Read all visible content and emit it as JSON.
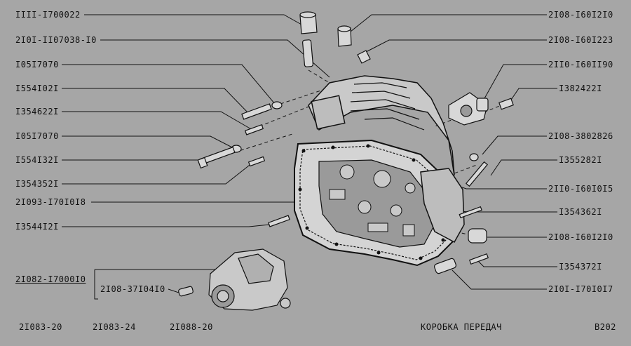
{
  "left_labels": [
    "IIII-I700022",
    "2I0I-II07038-I0",
    "I05I7070",
    "I554I02I",
    "I354622I",
    "I05I7070",
    "I554I32I",
    "I354352I",
    "2I093-I70I0I8",
    "I3544I2I"
  ],
  "right_labels": [
    "2I08-I60I2I0",
    "2I08-I60I223",
    "2II0-I60II90",
    "I382422I",
    "2I08-3802826",
    "I355282I",
    "2II0-I60I0I5",
    "I354362I",
    "2I08-I60I2I0",
    "I354372I",
    "2I0I-I70I0I7"
  ],
  "assembly": {
    "code": "2I082-I7000I0",
    "sensor": "2I08-37I04I0"
  },
  "footer": {
    "models": [
      "2I083-20",
      "2I083-24",
      "2I088-20"
    ],
    "title": "КОРОБКА ПЕРЕДАЧ",
    "page": "B202"
  }
}
